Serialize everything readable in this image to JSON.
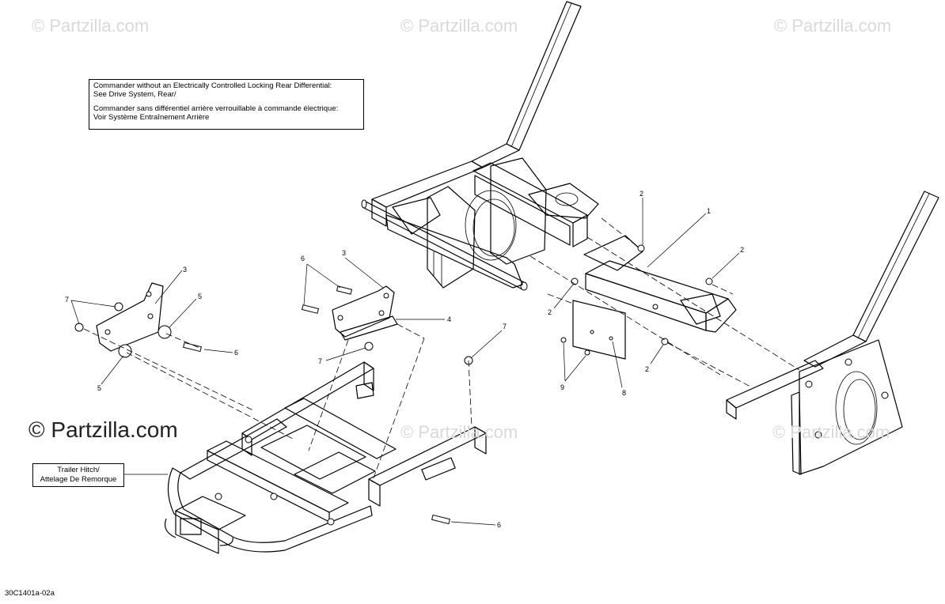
{
  "watermarks": [
    "© Partzilla.com",
    "© Partzilla.com",
    "© Partzilla.com",
    "© Partzilla.com",
    "© Partzilla.com",
    "© Partzilla.com"
  ],
  "note": {
    "english": "Commander without an Electrically Controlled Locking Rear Differential:\nSee Drive System, Rear/",
    "french": "Commander sans différentiel arrière verrouillable à commande électrique:\nVoir Système Entraînement Arrière"
  },
  "trailer_hitch_label": "Trailer Hitch/\nAttelage De Remorque",
  "diagram_code": "30C1401a-02a",
  "callouts": [
    {
      "id": "c-3a",
      "number": "3"
    },
    {
      "id": "c-7a",
      "number": "7"
    },
    {
      "id": "c-5a",
      "number": "5"
    },
    {
      "id": "c-6a",
      "number": "6"
    },
    {
      "id": "c-5b",
      "number": "5"
    },
    {
      "id": "c-6b",
      "number": "6"
    },
    {
      "id": "c-3b",
      "number": "3"
    },
    {
      "id": "c-4",
      "number": "4"
    },
    {
      "id": "c-7b",
      "number": "7"
    },
    {
      "id": "c-6c",
      "number": "6"
    },
    {
      "id": "c-2a",
      "number": "2"
    },
    {
      "id": "c-1",
      "number": "1"
    },
    {
      "id": "c-2b",
      "number": "2"
    },
    {
      "id": "c-2c",
      "number": "2"
    },
    {
      "id": "c-7c",
      "number": "7"
    },
    {
      "id": "c-2d",
      "number": "2"
    },
    {
      "id": "c-9",
      "number": "9"
    },
    {
      "id": "c-8",
      "number": "8"
    }
  ]
}
